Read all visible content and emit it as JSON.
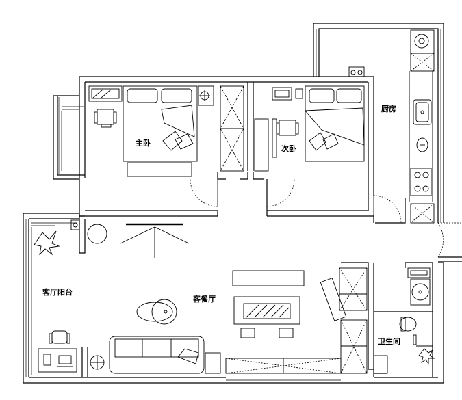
{
  "rooms": {
    "master_bedroom": "主卧",
    "second_bedroom": "次卧",
    "kitchen": "厨房",
    "living_dining": "客餐厅",
    "living_balcony": "客厅阳台",
    "bathroom": "卫生间"
  },
  "colors": {
    "line": "#000000",
    "background": "#ffffff"
  }
}
